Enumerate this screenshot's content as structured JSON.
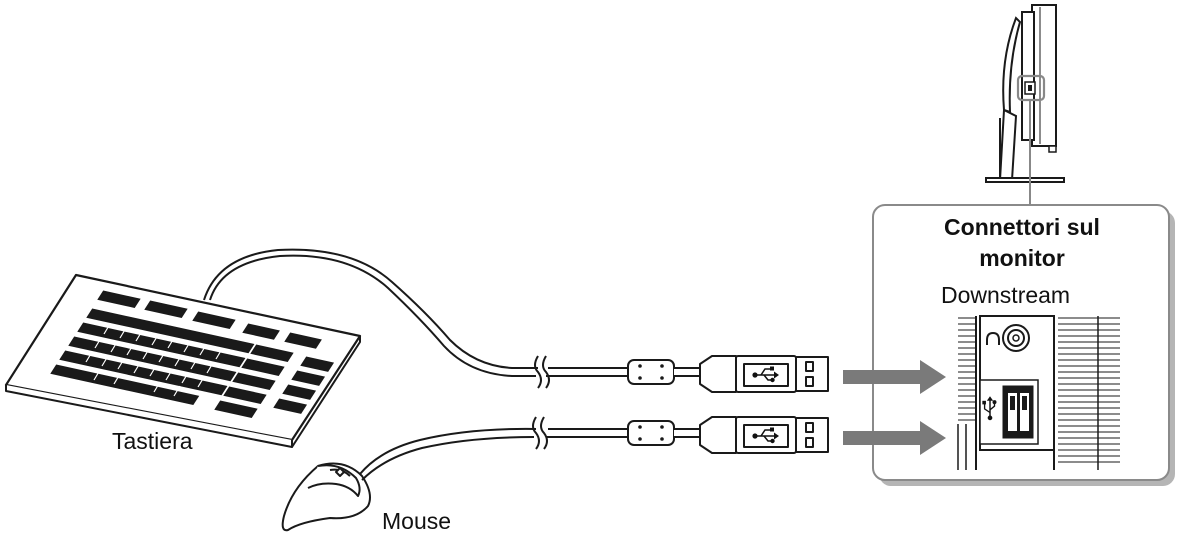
{
  "labels": {
    "keyboard": "Tastiera",
    "mouse": "Mouse"
  },
  "callout": {
    "title_line1": "Connettori sul",
    "title_line2": "monitor",
    "subtitle": "Downstream"
  },
  "colors": {
    "arrow": "#7a7a7a",
    "callout_border": "#8a8a8a",
    "callout_shadow": "#b5b5b5",
    "line": "#1a1a1a"
  },
  "icons": [
    "keyboard-icon",
    "mouse-icon",
    "monitor-icon",
    "usb-plug-icon",
    "usb-symbol-icon",
    "headphone-jack-icon",
    "arrow-icon"
  ]
}
